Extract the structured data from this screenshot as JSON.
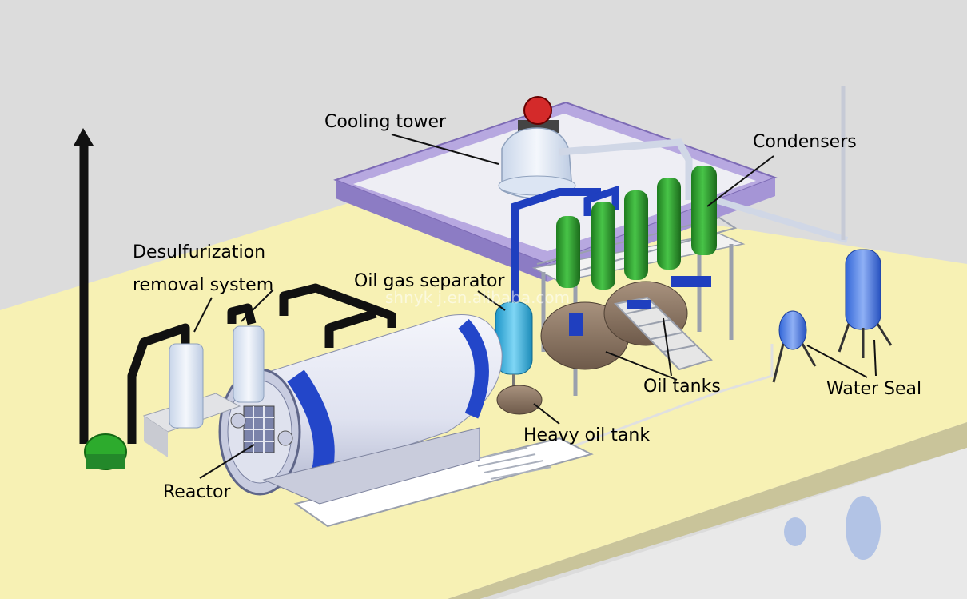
{
  "labels": {
    "cooling_tower": "Cooling tower",
    "condensers": "Condensers",
    "desulfurization_line1": "Desulfurization",
    "desulfurization_line2": "removal system",
    "oil_gas_separator": "Oil gas separator",
    "oil_tanks": "Oil tanks",
    "water_seal": "Water Seal",
    "heavy_oil_tank": "Heavy oil tank",
    "reactor": "Reactor"
  },
  "watermark": "shnyk j.en.alibaba.com",
  "colors": {
    "background": "#dcdcdc",
    "floor": "#f7f1b4",
    "pool": "#a897d2",
    "reactor_body": "#e4e6f2",
    "reactor_band": "#2346c9",
    "condenser": "#2e9a2e",
    "pipe_blue": "#1f3fbf",
    "pipe_black": "#111111",
    "oil_tank": "#8a7563",
    "separator": "#34b6e4",
    "water_seal": "#2f63e0",
    "fan": "#2dab2d"
  }
}
